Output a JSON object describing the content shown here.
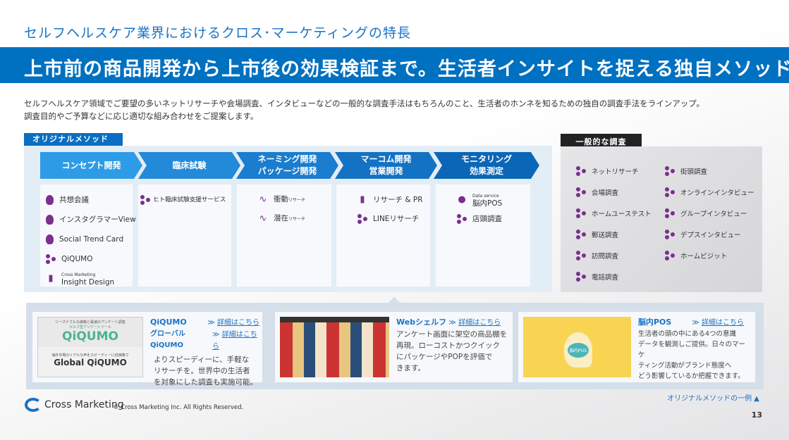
{
  "subtitle": "セルフヘルスケア業界におけるクロス･マーケティングの特長",
  "banner": "上市前の商品開発から上市後の効果検証まで。生活者インサイトを捉える独自メソッドも",
  "description": [
    "セルフヘルスケア領域でご要望の多いネットリサーチや会場調査、インタビューなどの一般的な調査手法はもちろんのこと、生活者のホンネを知るための独自の調査手法をラインアップ。",
    "調査目的やご予算などに応じ適切な組み合わせをご提案します。"
  ],
  "original": {
    "label": "オリジナルメソッド",
    "stages": [
      {
        "title": [
          "コンセプト開発"
        ],
        "color": "#2e9be6",
        "items": [
          {
            "icon": "lightbulb-icon",
            "label": "共想会議"
          },
          {
            "icon": "lightbulb-icon",
            "label": "インスタグラマーView"
          },
          {
            "icon": "lightbulb-icon",
            "label": "Social Trend Card"
          },
          {
            "icon": "molecule-icon",
            "label": "QiQUMO"
          },
          {
            "icon": "insight-design-icon",
            "label": "Insight Design",
            "sup": "Cross Marketing"
          }
        ]
      },
      {
        "title": [
          "臨床試験"
        ],
        "color": "#2389d9",
        "items": [
          {
            "icon": "molecule-icon",
            "label": "ヒト臨床試験支援サービス"
          }
        ]
      },
      {
        "title": [
          "ネーミング開発",
          "パッケージ開発"
        ],
        "color": "#1a7dcf",
        "items": [
          {
            "icon": "pulse-icon",
            "label": "衝動",
            "suffix": "リサーチ"
          },
          {
            "icon": "pulse-icon",
            "label": "潜在",
            "suffix": "リサーチ"
          }
        ]
      },
      {
        "title": [
          "マーコム開発",
          "営業開発"
        ],
        "color": "#1372c4",
        "items": [
          {
            "icon": "chart-box-icon",
            "label": "リサーチ & PR"
          },
          {
            "icon": "molecule-icon",
            "label": "LINEリサーチ"
          }
        ]
      },
      {
        "title": [
          "モニタリング",
          "効果測定"
        ],
        "color": "#0b66b8",
        "items": [
          {
            "icon": "brain-pos-icon",
            "label": "脳内POS",
            "sup": "Data service"
          },
          {
            "icon": "molecule-icon",
            "label": "店頭調査"
          }
        ]
      }
    ]
  },
  "general": {
    "label": "一般的な調査",
    "left": [
      "ネットリサーチ",
      "会場調査",
      "ホームユーステスト",
      "郵送調査",
      "訪問調査",
      "電話調査"
    ],
    "right": [
      "街頭調査",
      "オンラインインタビュー",
      "グループインタビュー",
      "デプスインタビュー",
      "ホームビジット"
    ]
  },
  "cards": [
    {
      "titles": [
        "QiQUMO",
        "グローバルQiQUMO"
      ],
      "link": "詳細はこちら",
      "arrow": "≫",
      "text": [
        "よりスピーディーに、手軽な",
        "リサーチを。世界中の生活者",
        "を対象にした調査も実施可能。"
      ],
      "thumb": {
        "top_caption": "リーズナブルな価格と最速のアンケート調査",
        "sub": "セルフ型アンケートツール",
        "logo": "QiQUMO",
        "global_caption": "海外市場のリアルな声をスピーディーに低価格で",
        "global_logo": "Global QiQUMO"
      }
    },
    {
      "titles": [
        "Webシェルフ"
      ],
      "link": "詳細はこちら",
      "arrow": "≫",
      "text": [
        "アンケート画面に架空の商品棚を",
        "再現。ローコストかつクイック",
        "にパッケージやPOPを評価で",
        "きます。"
      ]
    },
    {
      "titles": [
        "脳内POS"
      ],
      "link": "詳細はこちら",
      "arrow": "≫",
      "text": [
        "生活者の頭の中にある4つの意識",
        "データを観測しご提供。日々のマーケ",
        "ティング活動がブランド態度へ",
        "どう影響しているか把握できます。"
      ],
      "thumb": {
        "label": "脳内POS"
      }
    }
  ],
  "example_note": "オリジナルメソッドの一例 ▲",
  "footer": {
    "logo": "Cross Marketing",
    "copyright": "© Cross Marketing Inc. All Rights Reserved.",
    "page": "13"
  },
  "colors": {
    "accent": "#0070c0",
    "icon": "#7b2f8e"
  }
}
